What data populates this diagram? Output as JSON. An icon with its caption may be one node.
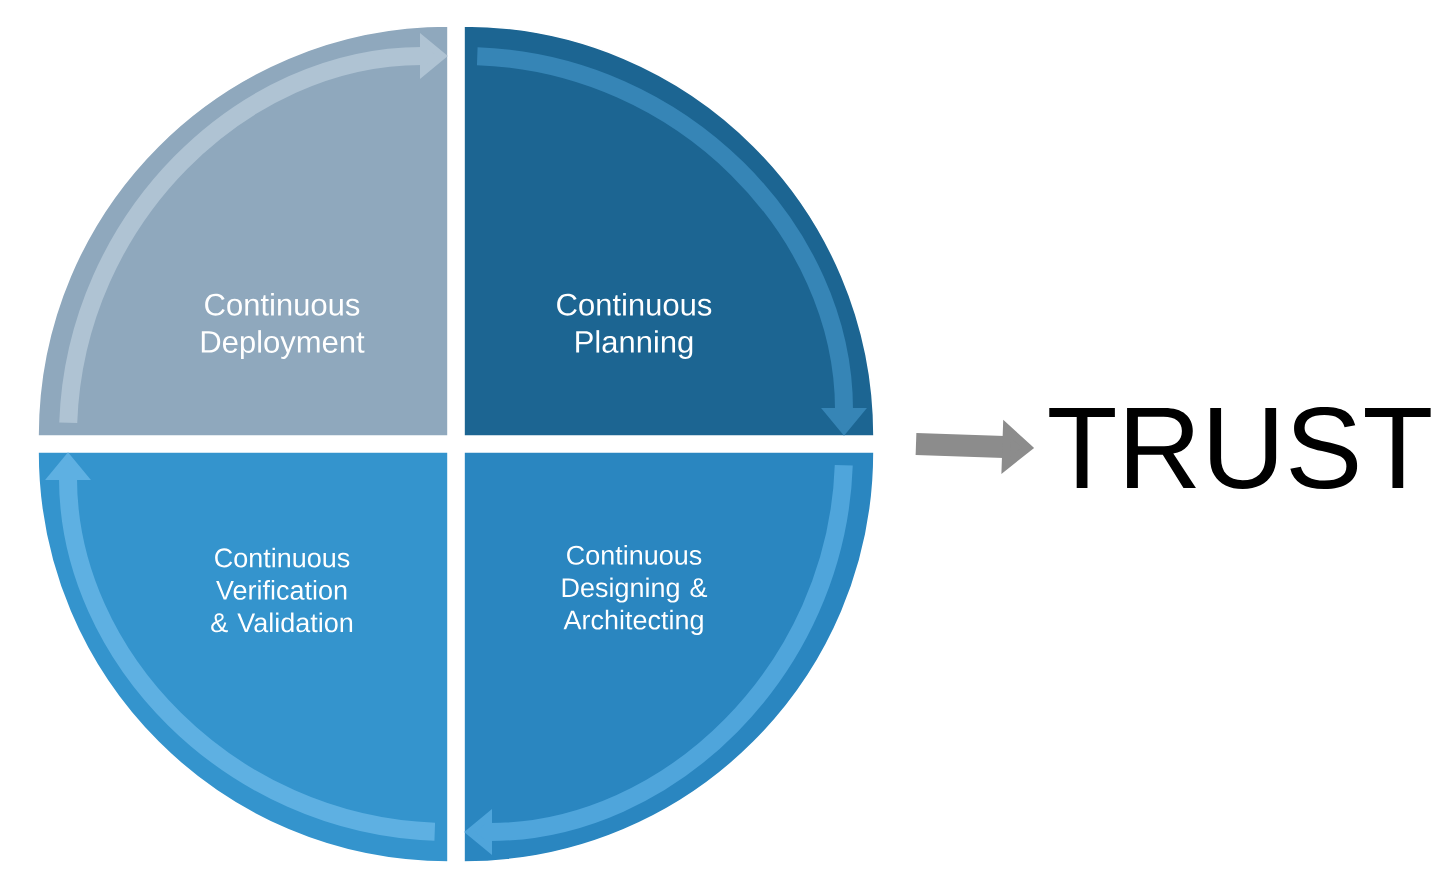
{
  "diagram": {
    "nodes": [
      {
        "text": [
          "Continuous Deployment"
        ]
      },
      {
        "text": [
          "Continuous Planning"
        ]
      },
      {
        "text": [
          "Continuous Verification & Validation"
        ]
      },
      {
        "text": [
          "Continuous Designing & Architecting"
        ]
      },
      {
        "text": [
          "TRUST"
        ]
      }
    ],
    "edges": [
      {
        "from": 0,
        "to": 1,
        "arrow": "to",
        "color": "#afc3d3"
      },
      {
        "from": 1,
        "to": 3,
        "arrow": "to",
        "color": "#3685b6"
      },
      {
        "from": 3,
        "to": 2,
        "arrow": "to",
        "color": "#4fa5db"
      },
      {
        "from": 2,
        "to": 0,
        "arrow": "to",
        "color": "#5eb0e2"
      },
      {
        "from": null,
        "to": 4,
        "arrow": "to",
        "color": "#8c8c8c"
      }
    ]
  }
}
